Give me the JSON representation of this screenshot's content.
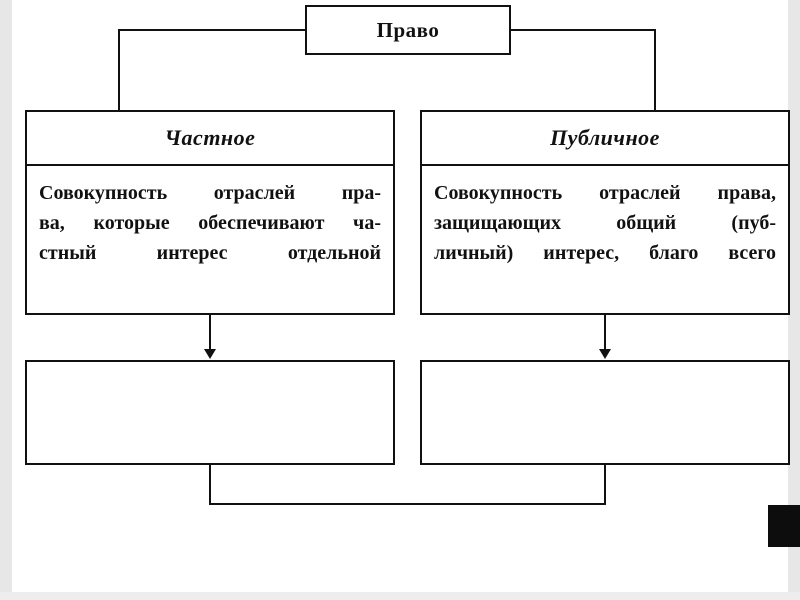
{
  "colors": {
    "ink": "#111111",
    "paper": "#ffffff",
    "edge_gray": "#e7e7e7",
    "artifact_black": "#0d0d0d"
  },
  "diagram": {
    "root_label": "Право",
    "private": {
      "title": "Частное",
      "lines": [
        "Совокупность отраслей пра-",
        "ва, которые обеспечивают ча-",
        "стный интерес отдельной"
      ]
    },
    "public": {
      "title": "Публичное",
      "lines": [
        "Совокупность отраслей права,",
        "защищающих общий (пуб-",
        "личный) интерес, благо всего"
      ]
    }
  }
}
